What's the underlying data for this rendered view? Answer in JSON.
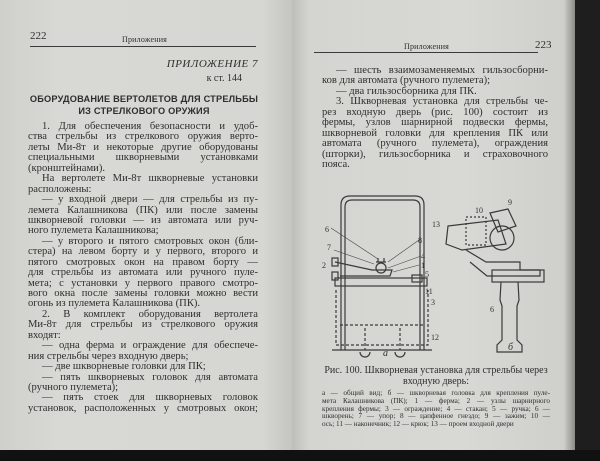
{
  "left_page": {
    "page_number": "222",
    "running_head": "Приложения",
    "appendix_label": "ПРИЛОЖЕНИЕ 7",
    "reference": "к ст. 144",
    "heading_lines": [
      "ОБОРУДОВАНИЕ ВЕРТОЛЕТОВ ДЛЯ СТРЕЛЬБЫ",
      "ИЗ СТРЕЛКОВОГО ОРУЖИЯ"
    ],
    "lines": [
      {
        "t": "1. Для обеспечения безопасности и удоб-",
        "ind": true
      },
      {
        "t": "ства стрельбы из стрелкового оружия верто-"
      },
      {
        "t": "леты Ми-8т и некоторые другие оборудованы"
      },
      {
        "t": "специальными шкворневыми установками"
      },
      {
        "t": "(кронштейнами).",
        "last": true
      },
      {
        "t": "На вертолете Ми-8т шкворневые установки",
        "ind": true
      },
      {
        "t": "расположены:",
        "last": true
      },
      {
        "t": "— у входной двери — для стрельбы из пу-",
        "ind": true
      },
      {
        "t": "лемета Калашникова (ПК) или после замены"
      },
      {
        "t": "шкворневой головки — из автомата или руч-"
      },
      {
        "t": "ного пулемета Калашникова;",
        "last": true
      },
      {
        "t": "— у второго и пятого смотровых окон (бли-",
        "ind": true
      },
      {
        "t": "стера) на левом борту и у первого, второго и"
      },
      {
        "t": "пятого смотровых окон на правом борту —"
      },
      {
        "t": "для стрельбы из автомата или ручного пуле-"
      },
      {
        "t": "мета; с установки у первого правого смотро-"
      },
      {
        "t": "вого окна после замены головки можно вести"
      },
      {
        "t": "огонь из пулемета Калашникова (ПК).",
        "last": true
      },
      {
        "t": "2. В комплект оборудования вертолета",
        "ind": true
      },
      {
        "t": "Ми-8т для стрельбы из стрелкового оружия"
      },
      {
        "t": "входят:",
        "last": true
      },
      {
        "t": "— одна ферма и ограждение для обеспече-",
        "ind": true
      },
      {
        "t": "ния стрельбы через входную дверь;",
        "last": true
      },
      {
        "t": "— две шкворневые головки для ПК;",
        "ind": true,
        "last": true
      },
      {
        "t": "— пять шкворневых головок для автомата",
        "ind": true
      },
      {
        "t": "(ручного пулемета);",
        "last": true
      },
      {
        "t": "— пять стоек для шкворневых головок",
        "ind": true
      },
      {
        "t": "установок, расположенных у смотровых окон;"
      }
    ]
  },
  "right_page": {
    "page_number": "223",
    "running_head": "Приложения",
    "lines": [
      {
        "t": "— шесть взаимозаменяемых гильзосборни-",
        "ind": true
      },
      {
        "t": "ков для автомата (ручного пулемета);",
        "last": true
      },
      {
        "t": "— два гильзосборника для ПК.",
        "ind": true,
        "last": true
      },
      {
        "t": "3. Шкворневая установка для стрельбы че-",
        "ind": true
      },
      {
        "t": "рез входную дверь (рис. 100) состоит из"
      },
      {
        "t": "фермы, узлов шарнирной подвески фермы,"
      },
      {
        "t": "шкворневой головки для крепления ПК или"
      },
      {
        "t": "автомата (ручного пулемета), ограждения"
      },
      {
        "t": "(шторки), гильзосборника и страховочного"
      },
      {
        "t": "пояса.",
        "last": true
      }
    ],
    "figure": {
      "labels_a": [
        "6",
        "7",
        "2",
        "13",
        "8",
        "4",
        "1",
        "5",
        "11",
        "3",
        "12"
      ],
      "labels_b": [
        "10",
        "9",
        "6"
      ],
      "sub_a": "а",
      "sub_b": "б",
      "caption_lines": [
        "Рис. 100. Шкворневая установка для стрельбы через",
        "входную дверь:"
      ],
      "legend_lines": [
        "а — общий вид; б — шкворневая головка для крепления пуле-",
        "мета Калашникова (ПК); 1 — ферма; 2 — узлы шарнирного",
        "крепления фермы; 3 — ограждение; 4 — стакан; 5 — ручка; 6 —",
        "шкворень; 7 — упор; 8 — цапфенное гнездо; 9 — зажим; 10 —",
        "ось; 11 — наконечник; 12 — крюк; 13 — проем входной двери"
      ]
    }
  }
}
